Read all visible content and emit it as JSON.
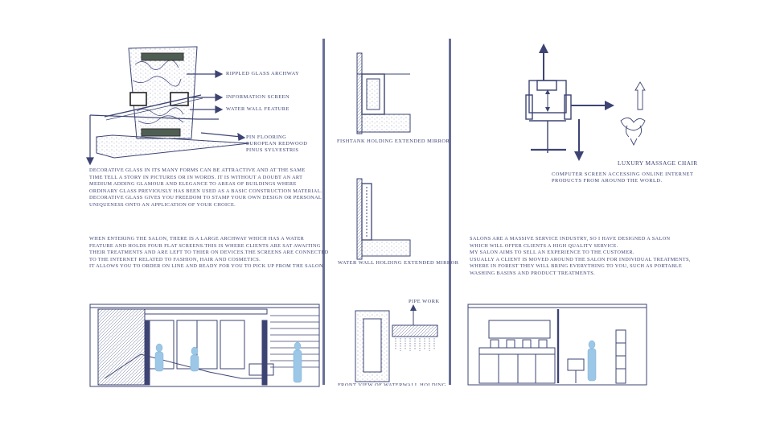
{
  "colors": {
    "ink": "#3d4473",
    "figure": "#9cc7e6",
    "divider": "#6b6f98",
    "paper": "#ffffff"
  },
  "left_panel": {
    "labels": {
      "archway": "Rippled glass archway",
      "info_screen": "Information screen",
      "water_wall": "Water wall feature",
      "flooring_1": "Pin flooring",
      "flooring_2": "European redwood",
      "flooring_3": "Pinus sylvestris"
    },
    "paragraph_1": [
      "Decorative glass in its many forms can be attractive and at the same",
      "time tell a story in pictures or in words. It is without a doubt an art",
      "medium adding glamour and elegance to areas of buildings where",
      "ordinary glass previously has been used as a basic construction material.",
      "Decorative glass gives you freedom to stamp your own design or personal",
      "uniqueness onto an application of your choice."
    ],
    "paragraph_2": [
      "When entering the salon, there is a large archway which has a water",
      "feature and holds four flat screens.This is where clients are sat awaiting",
      "their treatments and are left to thier on devices.The screens are connected",
      "to the internet related to fashion, hair and cosmetics.",
      "It allows you to  order on line and ready for you to pick up from the salon"
    ]
  },
  "middle_panel": {
    "labels": {
      "fishtank": "Fishtank holding extended mirror",
      "water_wall_mirror": "Water wall holding extended mirror",
      "pipe_work": "Pipe work",
      "front_view": "Front view of waterwall holding"
    }
  },
  "right_panel": {
    "labels": {
      "massage_chair": "Luxury massage chair",
      "computer_1": "Computer screen accessing online internet",
      "computer_2": "products from around the world."
    },
    "paragraph": [
      "Salons are a massive service industry, so I have designed a salon",
      "which will offer clients a high quality service.",
      "My salon aims to sell an experience to the customer.",
      "Usually a client is moved around the salon for individual treatments,",
      "where  in Forest they will bring everything to you, such as portable",
      "washing basins and product treatments."
    ]
  }
}
